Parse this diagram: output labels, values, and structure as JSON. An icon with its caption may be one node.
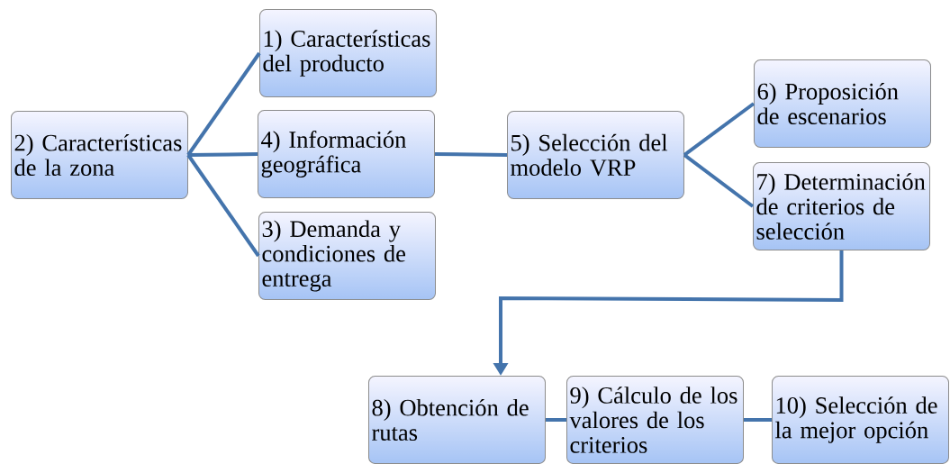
{
  "diagram": {
    "nodes": [
      {
        "text": [
          "2) Características de la zona"
        ]
      },
      {
        "text": [
          "1) Características del producto"
        ]
      },
      {
        "text": [
          "4) Información geográfica"
        ]
      },
      {
        "text": [
          "3) Demanda y condiciones de entrega"
        ]
      },
      {
        "text": [
          "5) Selección del modelo VRP"
        ]
      },
      {
        "text": [
          "6) Proposición de escenarios"
        ]
      },
      {
        "text": [
          "7) Determinación de criterios de selección"
        ]
      },
      {
        "text": [
          "8) Obtención de rutas"
        ]
      },
      {
        "text": [
          "9) Cálculo de los valores de los criterios"
        ]
      },
      {
        "text": [
          "10) Selección de la mejor opción"
        ]
      }
    ],
    "edges": [
      {
        "from": 0,
        "to": 1,
        "arrow": "none"
      },
      {
        "from": 0,
        "to": 2,
        "arrow": "none"
      },
      {
        "from": 0,
        "to": 3,
        "arrow": "none"
      },
      {
        "from": 2,
        "to": 4,
        "arrow": "none"
      },
      {
        "from": 4,
        "to": 5,
        "arrow": "none"
      },
      {
        "from": 4,
        "to": 6,
        "arrow": "none"
      },
      {
        "from": 6,
        "to": 7,
        "arrow": "to"
      },
      {
        "from": 7,
        "to": 8,
        "arrow": "none"
      },
      {
        "from": 8,
        "to": 9,
        "arrow": "none"
      }
    ]
  }
}
